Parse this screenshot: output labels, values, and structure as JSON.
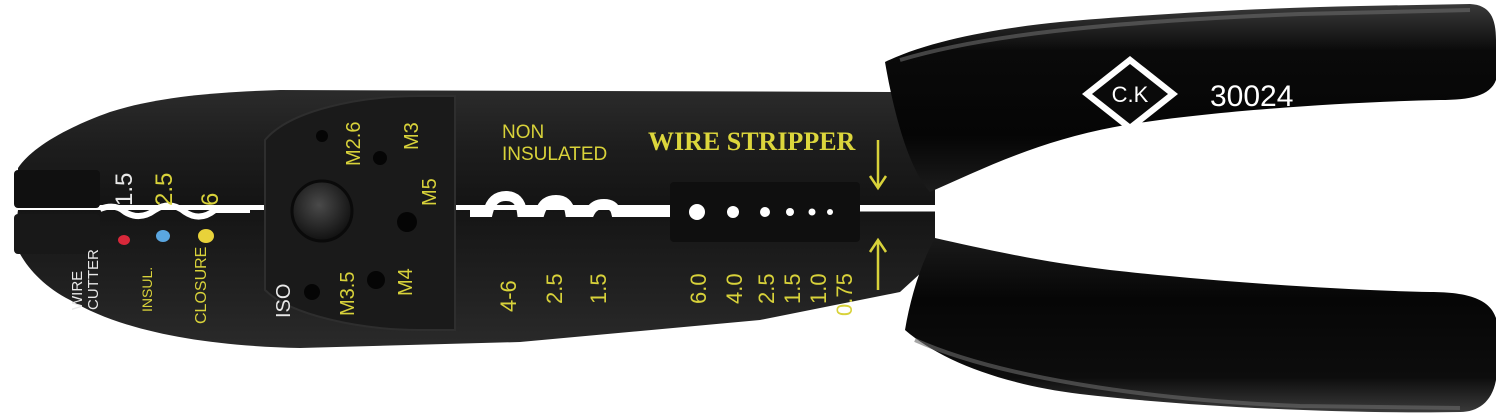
{
  "brand": {
    "logo": "C.K",
    "model": "30024"
  },
  "crimp": {
    "sizes": [
      "1.5",
      "2.5",
      "6"
    ],
    "labels": {
      "wire_cutter": "WIRE\nCUTTER",
      "insul": "INSUL.",
      "closure": "CLOSURE"
    },
    "dot_colors": [
      "#d8283a",
      "#5aa6e0",
      "#e8d23a"
    ]
  },
  "screws": [
    "M2.6",
    "M3",
    "M5",
    "M4",
    "M3.5",
    "ISO"
  ],
  "non_insulated": {
    "line1": "NON",
    "line2": "INSULATED",
    "sizes": [
      "4-6",
      "2.5",
      "1.5"
    ]
  },
  "stripper": {
    "title": "WIRE STRIPPER",
    "sizes": [
      "6.0",
      "4.0",
      "2.5",
      "1.5",
      "1.0",
      "0.75"
    ]
  },
  "colors": {
    "steel": "#1e1e1e",
    "grip": "#0c0c0c",
    "marking_yellow": "#d8d23a",
    "marking_white": "#e8e8e8"
  }
}
